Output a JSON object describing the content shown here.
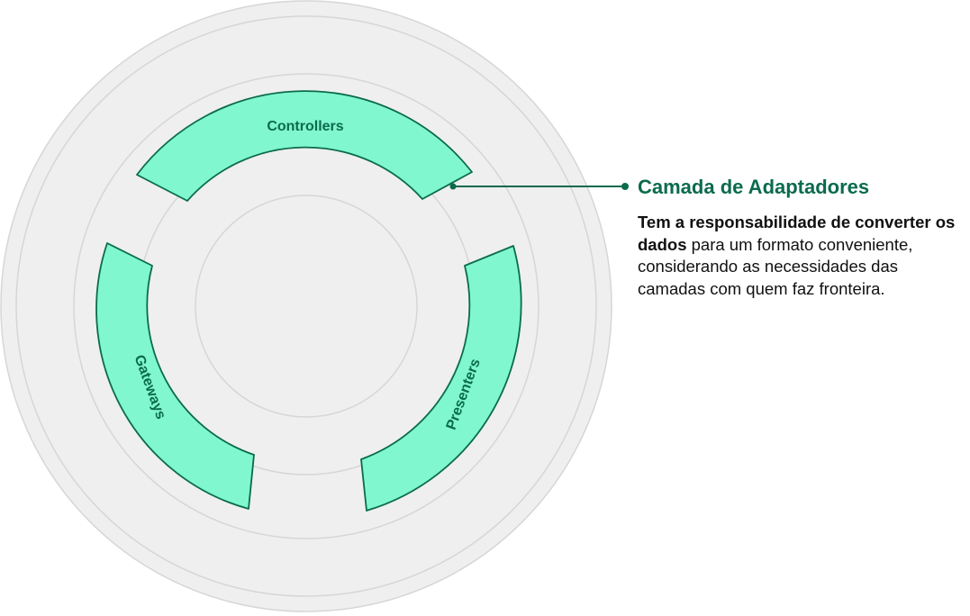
{
  "colors": {
    "outer_ring_fill": "#efefef",
    "ring_stroke": "#d6d6d6",
    "inner_core_fill": "#efefef",
    "segment_fill": "#80f7cf",
    "segment_stroke": "#0b6b4d",
    "accent": "#0b6b4d",
    "text_dark": "#111111"
  },
  "diagram": {
    "segments": [
      {
        "label": "Controllers"
      },
      {
        "label": "Presenters"
      },
      {
        "label": "Gateways"
      }
    ]
  },
  "callout": {
    "title": "Camada de Adaptadores",
    "description_bold": "Tem a responsabilidade de converter os dados",
    "description_rest": " para um formato conveniente, considerando as necessidades das camadas com quem faz fronteira."
  }
}
